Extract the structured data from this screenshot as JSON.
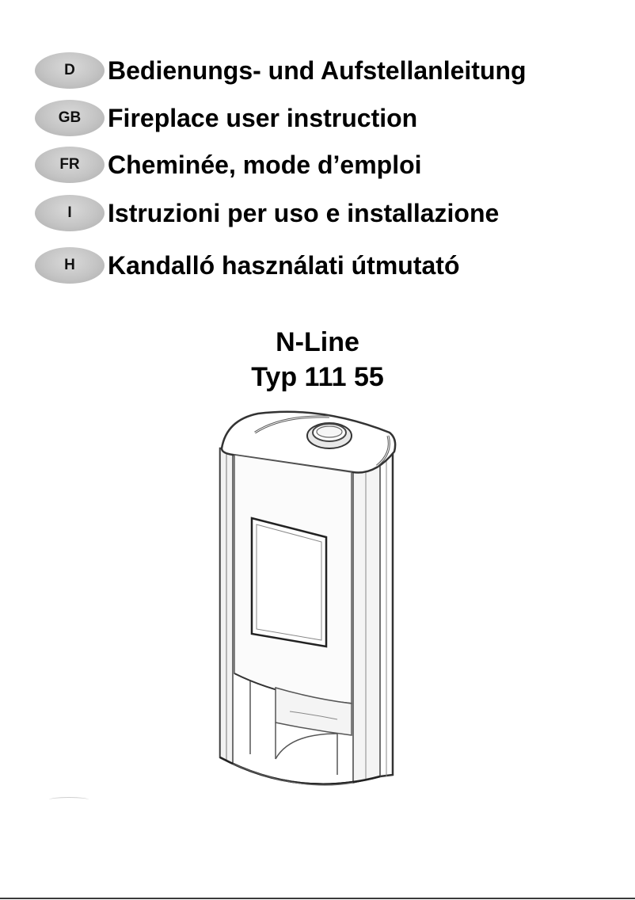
{
  "languages": [
    {
      "code": "D",
      "title": "Bedienungs- und Aufstellanleitung"
    },
    {
      "code": "GB",
      "title": "Fireplace user instruction"
    },
    {
      "code": "FR",
      "title": "Cheminée, mode d’emploi"
    },
    {
      "code": "I",
      "title": "Istruzioni per uso e installazione"
    },
    {
      "code": "H",
      "title": "Kandalló használati útmutató"
    }
  ],
  "product": {
    "name": "N-Line",
    "type": "Typ 111 55"
  },
  "illustration": {
    "icon": "fireplace-stove-icon"
  }
}
